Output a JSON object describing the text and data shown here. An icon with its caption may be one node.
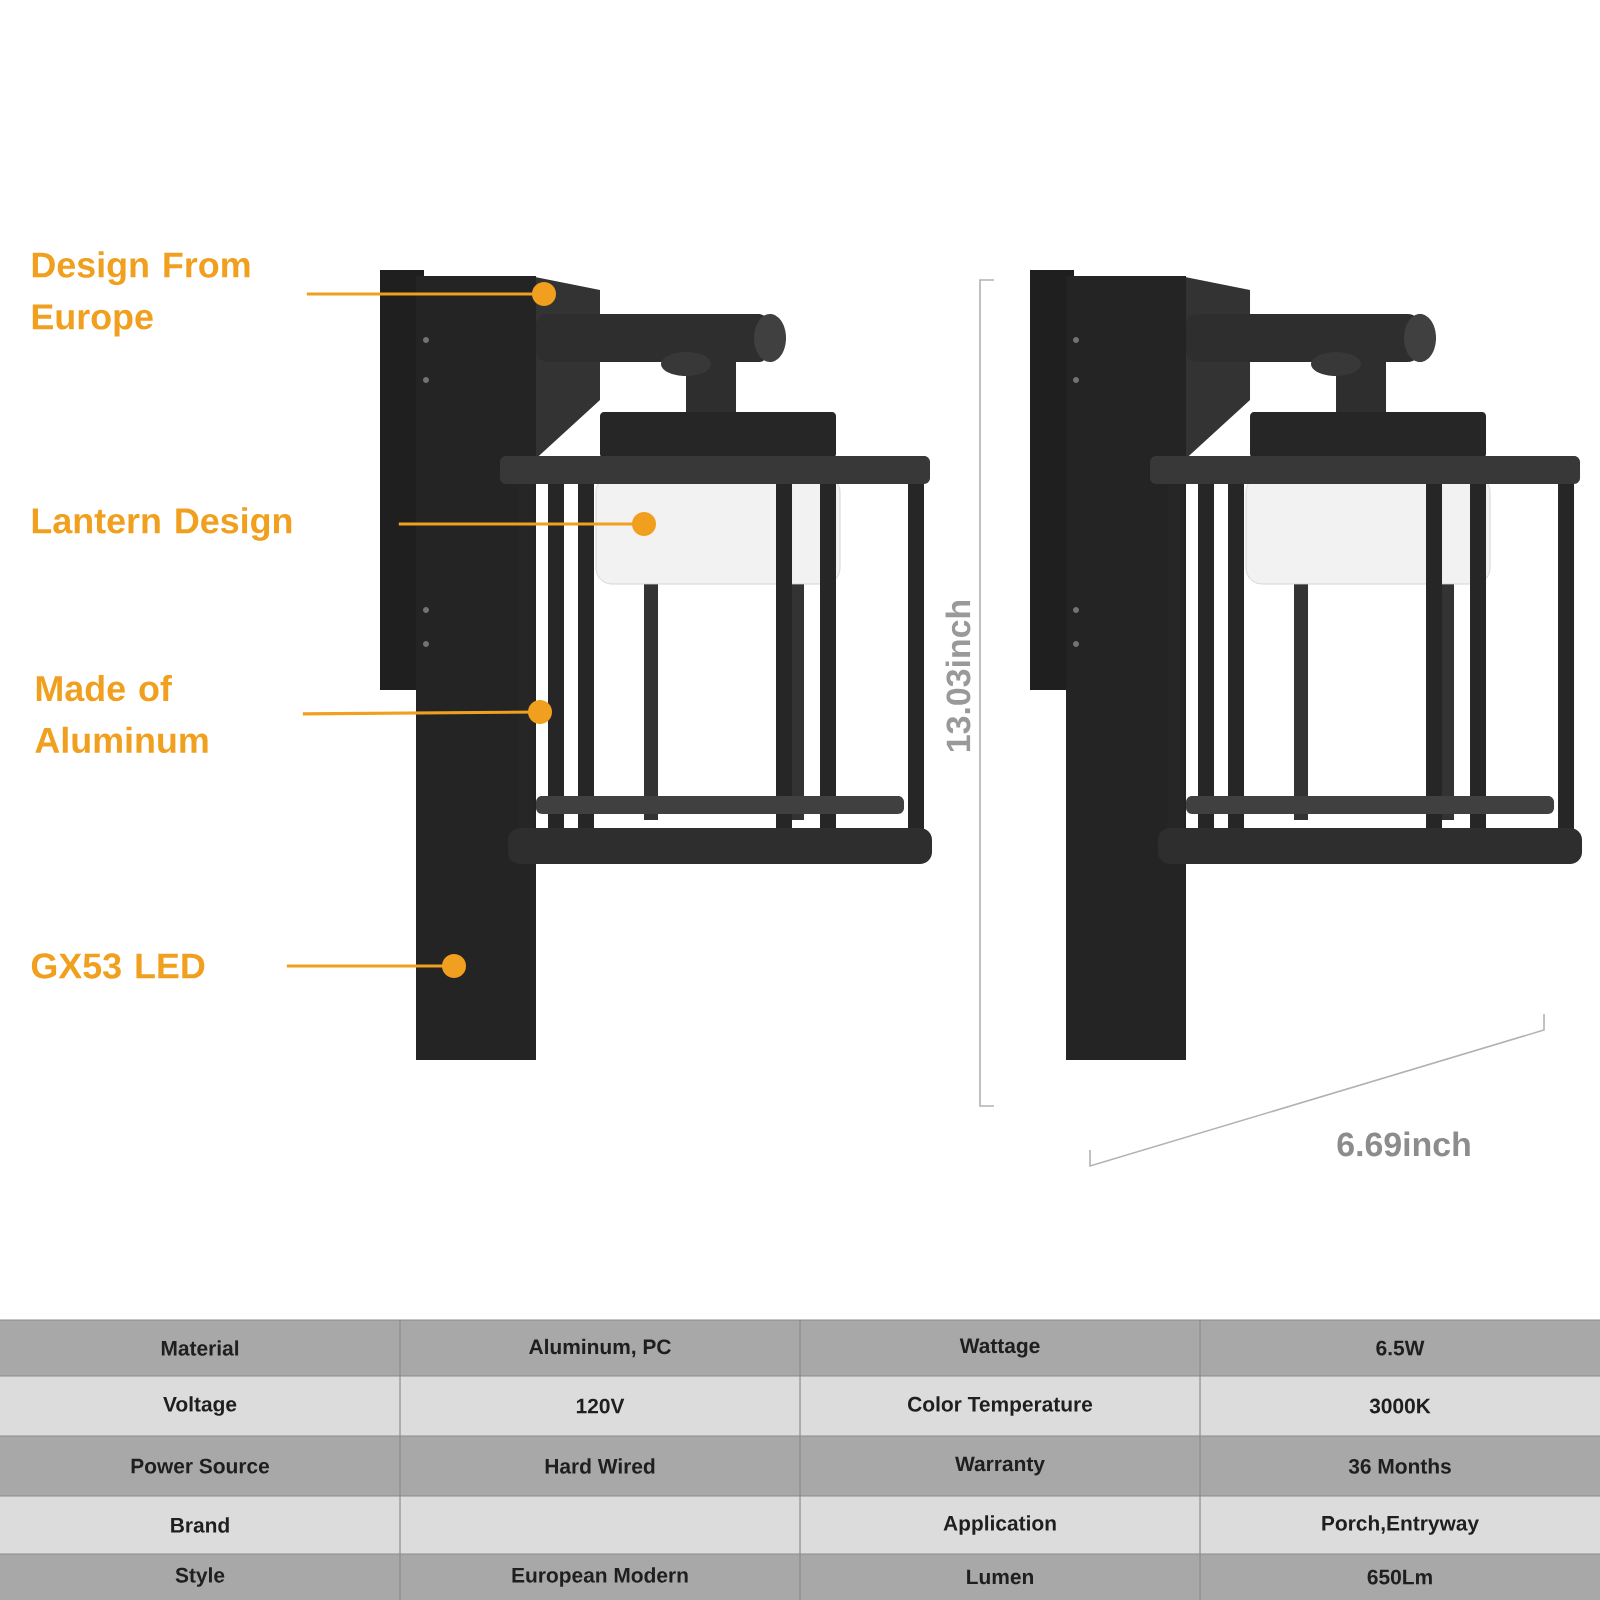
{
  "diagram": {
    "nodes": [
      {
        "text": [
          "Design From Europe"
        ]
      },
      {
        "text": [
          "Lantern Design"
        ]
      },
      {
        "text": [
          "Made of Aluminum"
        ]
      },
      {
        "text": [
          "GX53 LED"
        ]
      },
      {
        "text": [],
        "shape": "circle"
      },
      {
        "text": [],
        "shape": "circle"
      },
      {
        "text": [],
        "shape": "circle"
      },
      {
        "text": [],
        "shape": "circle"
      }
    ],
    "edges": [
      {
        "from": 0,
        "to": 4,
        "arrow": "none"
      },
      {
        "from": 1,
        "to": 5,
        "arrow": "none"
      },
      {
        "from": 2,
        "to": 6,
        "arrow": "none"
      },
      {
        "from": 3,
        "to": 7,
        "arrow": "none"
      }
    ],
    "labels": [
      "13.03inch",
      "6.69inch",
      "Material",
      "Aluminum, PC",
      "Wattage",
      "6.5W",
      "Voltage",
      "120V",
      "Color Temperature",
      "3000K",
      "Power Source",
      "Hard Wired",
      "Warranty",
      "36 Months",
      "Brand",
      "Application",
      "Porch,Entryway",
      "Style",
      "European Modern",
      "Lumen",
      "650Lm"
    ]
  }
}
